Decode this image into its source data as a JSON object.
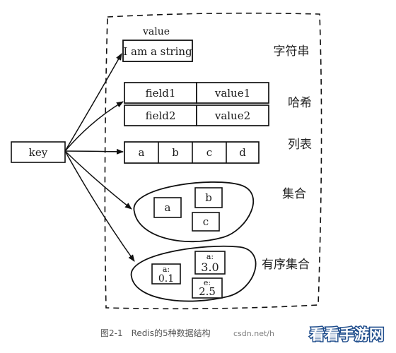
{
  "key_label": "key",
  "string": {
    "header": "value",
    "value": "I am a string",
    "type_label": "字符串"
  },
  "hash": {
    "type_label": "哈希",
    "rows": [
      {
        "field": "field1",
        "value": "value1"
      },
      {
        "field": "field2",
        "value": "value2"
      }
    ]
  },
  "list": {
    "type_label": "列表",
    "items": [
      "a",
      "b",
      "c",
      "d"
    ]
  },
  "set": {
    "type_label": "集合",
    "items": [
      "a",
      "b",
      "c"
    ]
  },
  "zset": {
    "type_label": "有序集合",
    "items": [
      {
        "member": "a:",
        "score": "0.1"
      },
      {
        "member": "a:",
        "score": "3.0"
      },
      {
        "member": "e:",
        "score": "2.5"
      }
    ]
  },
  "caption": "图2-1　Redis的5种数据结构",
  "caption_overlay": "csdn.net/h",
  "watermark": "看看手游网"
}
